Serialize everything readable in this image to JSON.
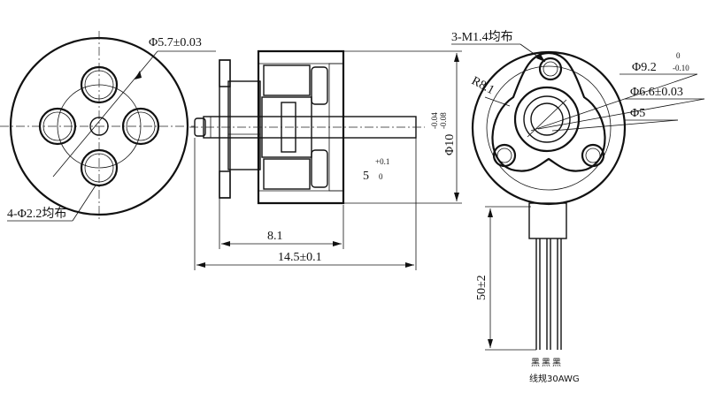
{
  "front_view": {
    "hole_pattern_dim": "Φ5.7±0.03",
    "holes_note": "4-Φ2.2均布"
  },
  "side_view": {
    "body_length_dim": "8.1",
    "total_length_dim": "14.5±0.1",
    "shaft_dim": "5",
    "shaft_tol": "+0.1",
    "shaft_tol_low": "0",
    "diameter_dim": "Φ10",
    "diameter_tol_upper": "-0.04",
    "diameter_tol_lower": "-0.08"
  },
  "rear_view": {
    "screw_note": "3-M1.4均布",
    "radius_dim": "R8.1",
    "outer_dim": "Φ9.2",
    "outer_tol_upper": "0",
    "outer_tol_lower": "-0.10",
    "mid_dim": "Φ6.6±0.03",
    "inner_dim": "Φ5",
    "lead_length_dim": "50±2",
    "wire_colors": [
      "黑",
      "黑",
      "黑"
    ],
    "wire_spec": "线规30AWG"
  }
}
